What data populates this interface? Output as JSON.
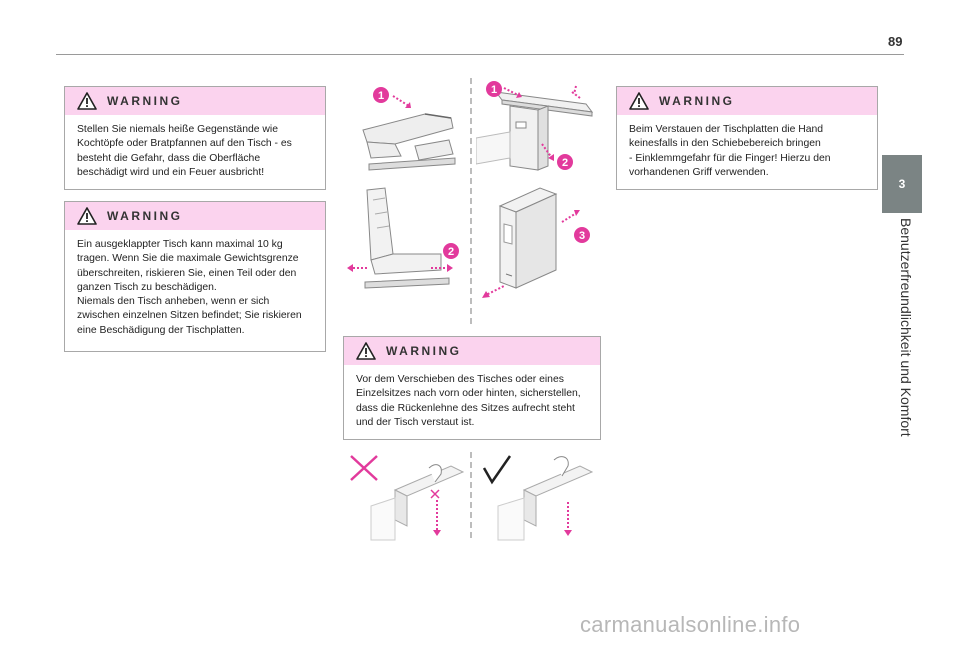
{
  "page": {
    "number": "89"
  },
  "side": {
    "tab": "3",
    "title": "Benutzerfreundlichkeit und Komfort"
  },
  "warnings": [
    {
      "title": "WARNING",
      "text": [
        "Stellen Sie niemals heiße Gegenstände wie",
        "Kochtöpfe oder Bratpfannen auf den Tisch - es",
        "besteht die Gefahr, dass die Oberfläche",
        "beschädigt wird und ein Feuer ausbricht!"
      ]
    },
    {
      "title": "WARNING",
      "text": [
        "Ein ausgeklappter Tisch kann maximal 10 kg",
        "tragen. Wenn Sie die maximale Gewichtsgrenze",
        "überschreiten, riskieren Sie, einen Teil oder den",
        "ganzen Tisch zu beschädigen.",
        "Niemals den Tisch anheben, wenn er sich",
        "zwischen einzelnen Sitzen befindet; Sie riskieren",
        "eine Beschädigung der Tischplatten."
      ]
    },
    {
      "title": "WARNING",
      "text": [
        "Vor dem Verschieben des Tisches oder eines",
        "Einzelsitzes nach vorn oder hinten, sicherstellen,",
        "dass die Rückenlehne des Sitzes aufrecht steht",
        "und der Tisch verstaut ist."
      ]
    },
    {
      "title": "WARNING",
      "text": [
        "Beim Verstauen der Tischplatten die Hand",
        "keinesfalls in den Schiebebereich bringen",
        "- Einklemmgefahr für die Finger! Hierzu den",
        "vorhandenen Griff verwenden."
      ]
    }
  ],
  "steps": {
    "seat_fold": "1",
    "table_open": "1",
    "table_lock": "2",
    "seat_slide": "2",
    "console_slide": "3"
  },
  "colors": {
    "accent": "#e23a9c",
    "warning_bg": "#fbd3ee",
    "tab": "#7b8484"
  },
  "watermark": "carmanualsonline.info"
}
